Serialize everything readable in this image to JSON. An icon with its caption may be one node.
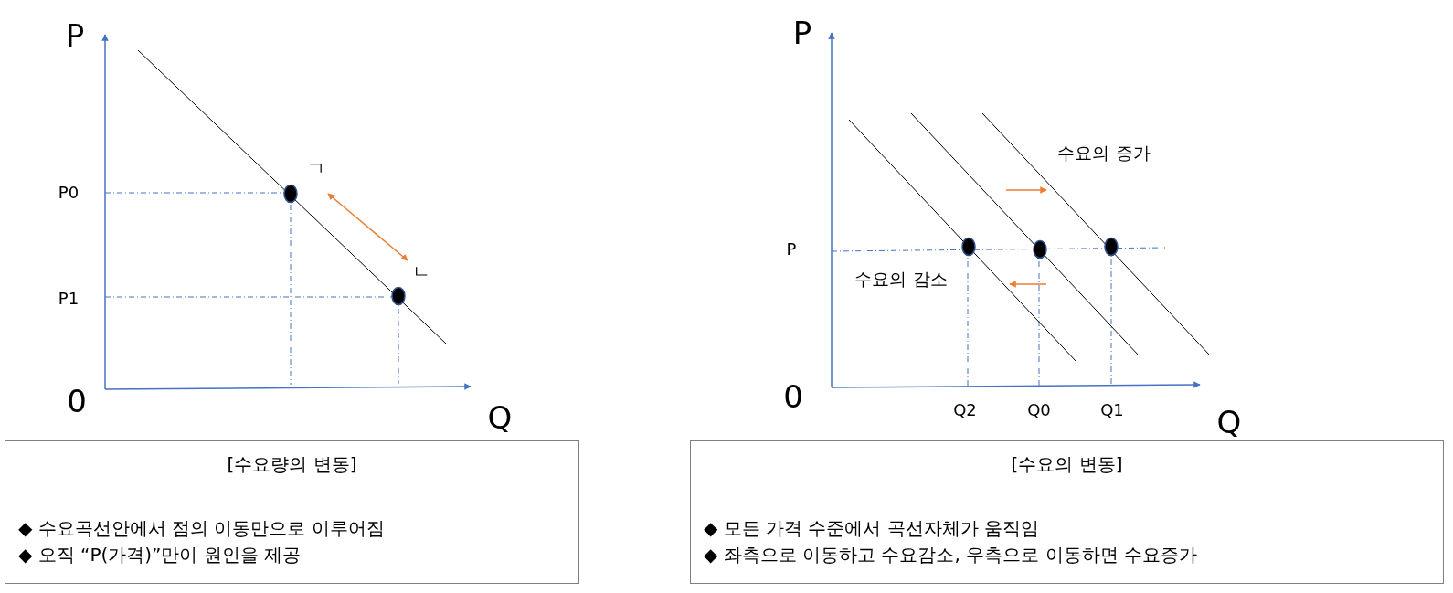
{
  "diagram": {
    "nodes": [
      {
        "text": [
          "[수요량의 변동]",
          "◆ 수요곡선안에서 점의 이동만으로 이루어짐",
          "◆ 오직 “P(가격)”만이 원인을 제공"
        ]
      },
      {
        "text": [
          "[수요의 변동]",
          "◆ 모든 가격 수준에서 곡선자체가 움직임",
          "◆ 좌측으로 이동하고 수요감소, 우측으로 이동하면 수요증가"
        ]
      }
    ],
    "labels": [
      "P",
      "ㄱ",
      "P0",
      "ㄴ",
      "P1",
      "0",
      "Q",
      "P",
      "수요의 증가",
      "P",
      "수요의 감소",
      "0",
      "Q2",
      "Q0",
      "Q1",
      "Q"
    ]
  }
}
